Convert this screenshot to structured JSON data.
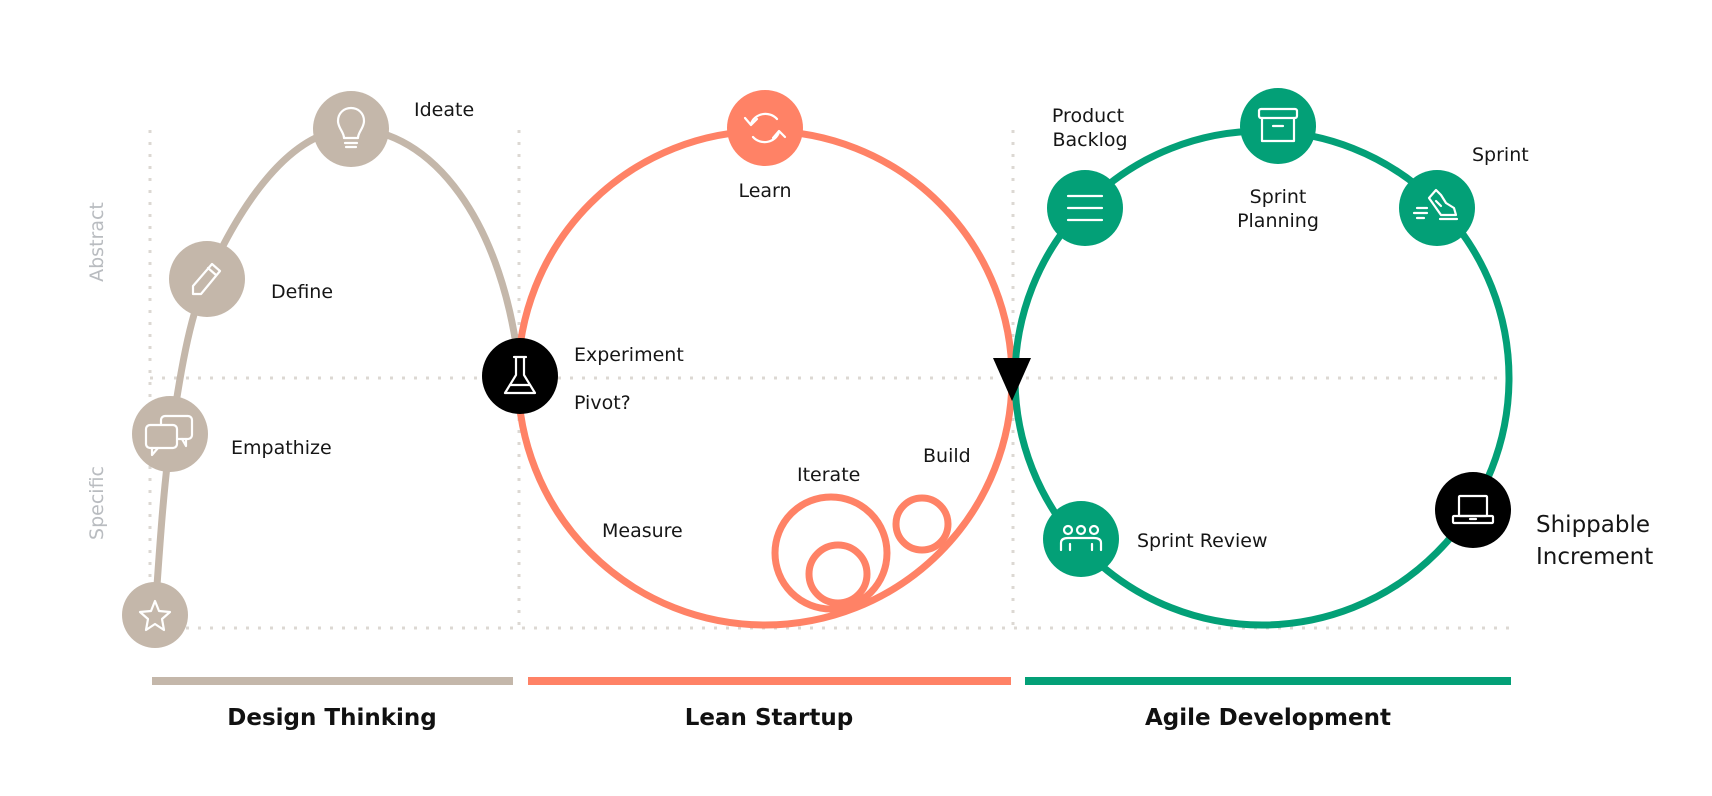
{
  "colors": {
    "design_thinking": "#c4b7aa",
    "lean_startup": "#ff8266",
    "agile": "#03a077",
    "milestone": "#000000",
    "grid": "#dcd8d3",
    "axis_label": "#b9bcc0"
  },
  "axis": {
    "top_label": "Abstract",
    "bottom_label": "Specific"
  },
  "design_thinking": {
    "title": "Design Thinking",
    "nodes": [
      {
        "label": "Ideate",
        "icon": "lightbulb-icon"
      },
      {
        "label": "Define",
        "icon": "pencil-icon"
      },
      {
        "label": "Empathize",
        "icon": "chat-bubbles-icon"
      },
      {
        "label": "",
        "icon": "star-icon"
      }
    ]
  },
  "lean_startup": {
    "title": "Lean Startup",
    "learn": {
      "label": "Learn",
      "icon": "refresh-cycle-icon"
    },
    "experiment": {
      "label": "Experiment",
      "icon": "flask-icon"
    },
    "pivot_label": "Pivot?",
    "measure_label": "Measure",
    "iterate_label": "Iterate",
    "build_label": "Build"
  },
  "agile": {
    "title": "Agile Development",
    "product_backlog": {
      "label_line1": "Product",
      "label_line2": "Backlog",
      "icon": "list-icon"
    },
    "sprint_planning": {
      "label_line1": "Sprint",
      "label_line2": "Planning",
      "icon": "archive-box-icon"
    },
    "sprint": {
      "label": "Sprint",
      "icon": "running-shoe-icon"
    },
    "sprint_review": {
      "label": "Sprint Review",
      "icon": "team-icon"
    },
    "shippable_increment": {
      "label_line1": "Shippable",
      "label_line2": "Increment",
      "icon": "laptop-icon"
    }
  }
}
